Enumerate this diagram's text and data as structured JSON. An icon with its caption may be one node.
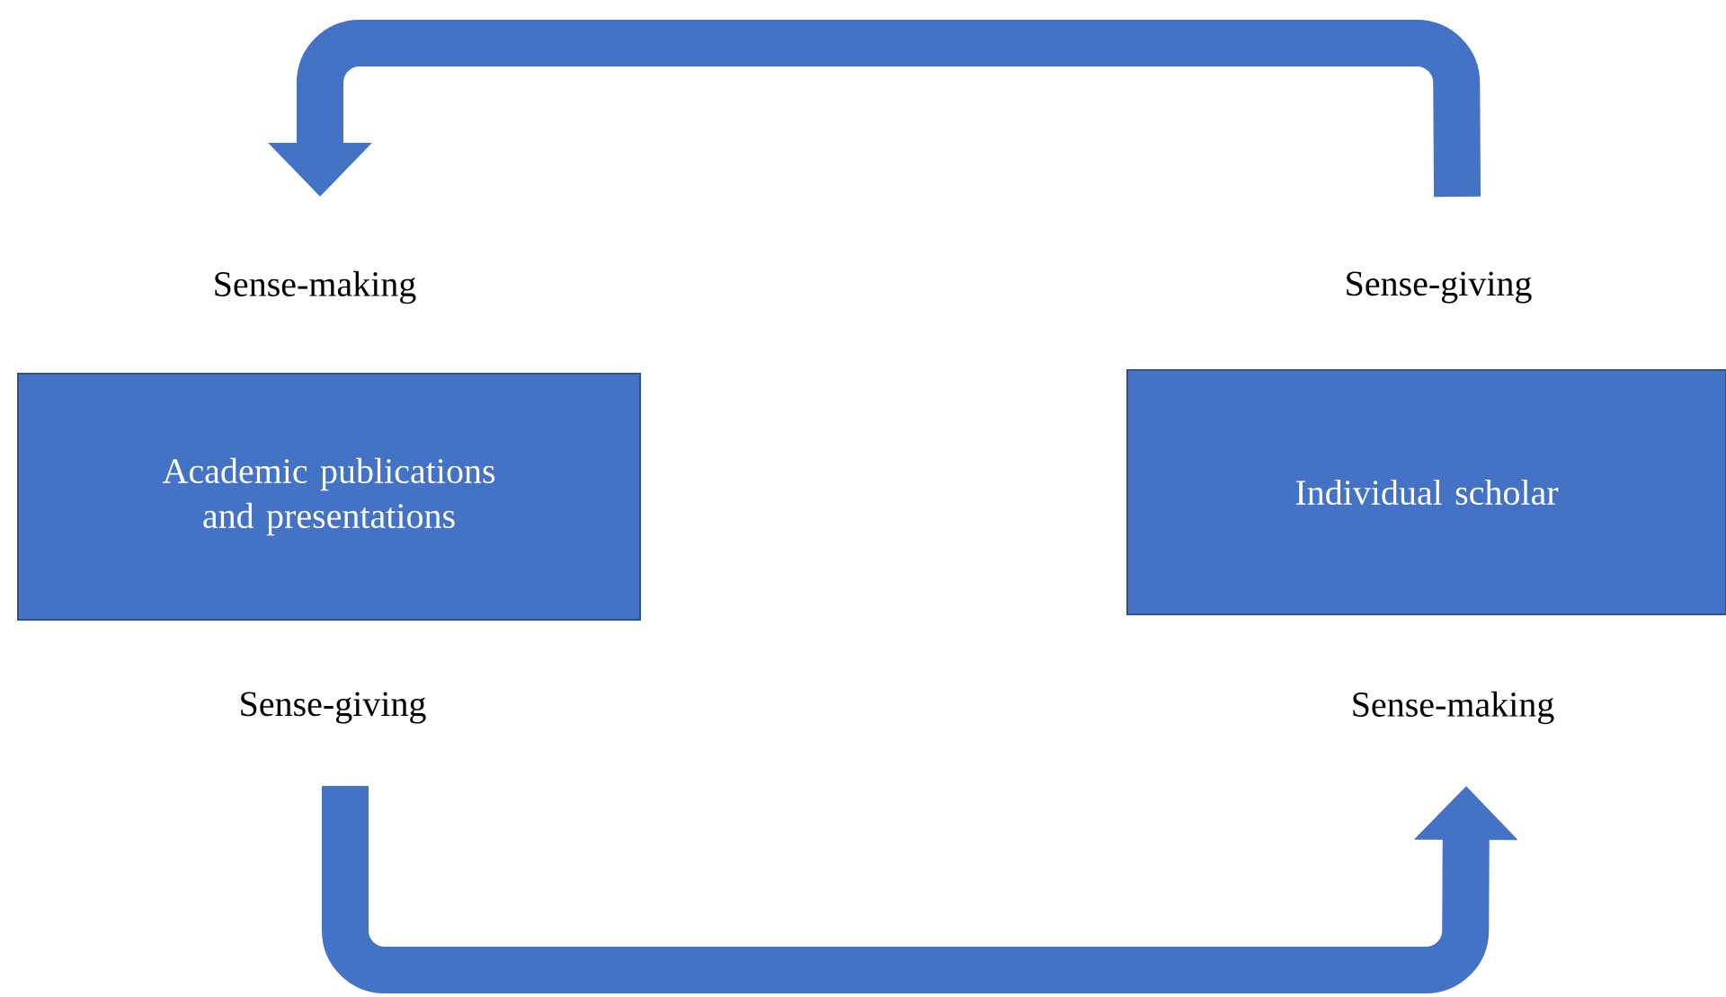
{
  "diagram": {
    "nodes": [
      {
        "text": [
          "Academic publications and presentations"
        ],
        "beside": [
          "Sense-making",
          "Sense-giving"
        ]
      },
      {
        "text": [
          "Individual scholar"
        ],
        "beside": [
          "Sense-giving",
          "Sense-making"
        ]
      }
    ],
    "edges": [
      {
        "from": 1,
        "to": 0,
        "arrow": "to"
      },
      {
        "from": 0,
        "to": 1,
        "arrow": "to"
      }
    ]
  }
}
